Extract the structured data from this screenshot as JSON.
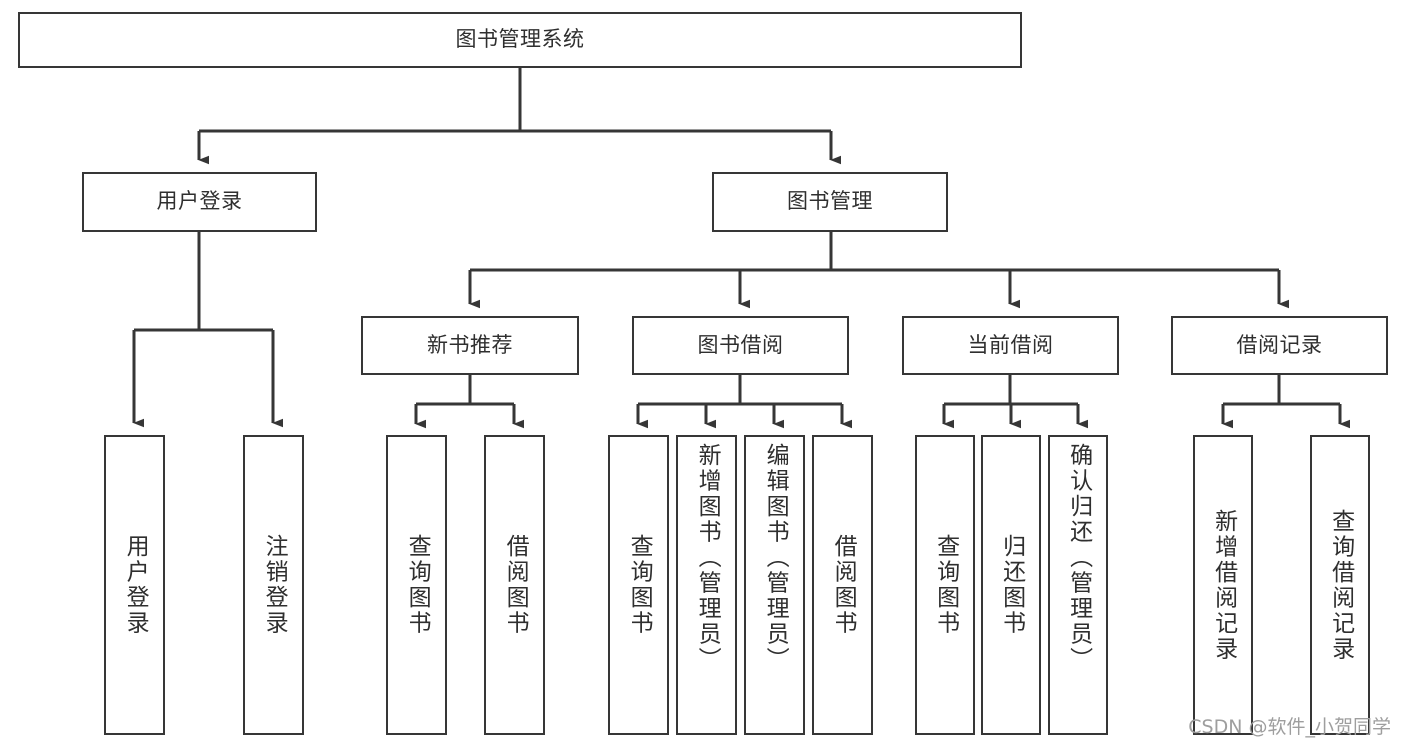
{
  "diagram": {
    "title": "图书管理系统",
    "type": "tree-hierarchy-diagram",
    "colors": {
      "box_border": "#363636",
      "box_fill": "#ffffff",
      "edge": "#363636",
      "text": "#2f2f2f",
      "watermark": "#9e9e9e",
      "background": "#ffffff"
    },
    "nodes": {
      "root": {
        "label": "图书管理系统"
      },
      "level2": [
        {
          "label": "用户登录"
        },
        {
          "label": "图书管理"
        }
      ],
      "level3": [
        {
          "label": "新书推荐"
        },
        {
          "label": "图书借阅"
        },
        {
          "label": "当前借阅"
        },
        {
          "label": "借阅记录"
        }
      ],
      "leaves": {
        "user_login": [
          {
            "label": "用户登录"
          },
          {
            "label": "注销登录"
          }
        ],
        "new_book_recommend": [
          {
            "label": "查询图书"
          },
          {
            "label": "借阅图书"
          }
        ],
        "book_borrow": [
          {
            "label": "查询图书"
          },
          {
            "label": "新增图书（管理员）"
          },
          {
            "label": "编辑图书（管理员）"
          },
          {
            "label": "借阅图书"
          }
        ],
        "current_borrow": [
          {
            "label": "查询图书"
          },
          {
            "label": "归还图书"
          },
          {
            "label": "确认归还（管理员）"
          }
        ],
        "borrow_record": [
          {
            "label": "新增借阅记录"
          },
          {
            "label": "查询借阅记录"
          }
        ]
      }
    },
    "watermark": "CSDN @软件_小贺同学"
  }
}
